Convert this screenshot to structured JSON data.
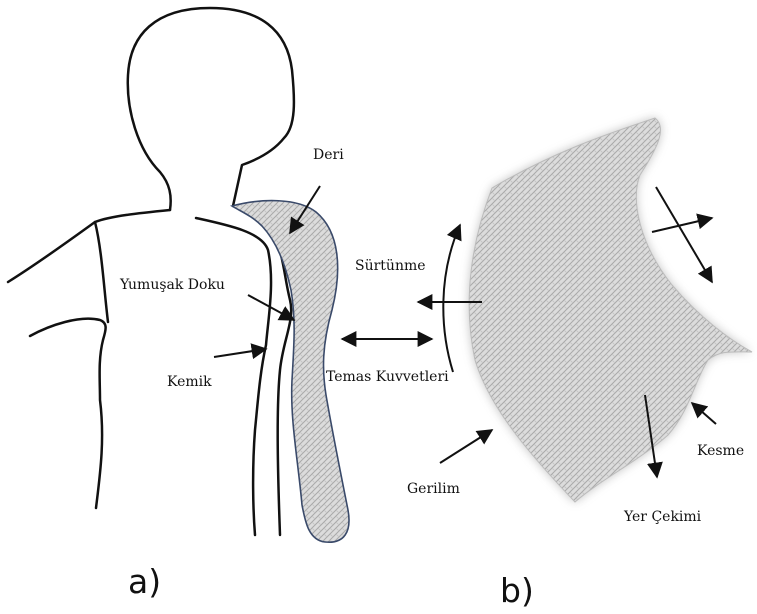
{
  "labels": {
    "deri": "Deri",
    "yumusak_doku": "Yumuşak Doku",
    "kemik": "Kemik",
    "surtunme": "Sürtünme",
    "temas_kuvvetleri": "Temas Kuvvetleri",
    "gerilim": "Gerilim",
    "kesme": "Kesme",
    "yer_cekimi": "Yer Çekimi"
  },
  "panels": {
    "a": "a)",
    "b": "b)"
  },
  "colors": {
    "outline": "#111111",
    "tissue_fill": "#d6d6d6",
    "tissue_edge": "#3a4a6a"
  }
}
